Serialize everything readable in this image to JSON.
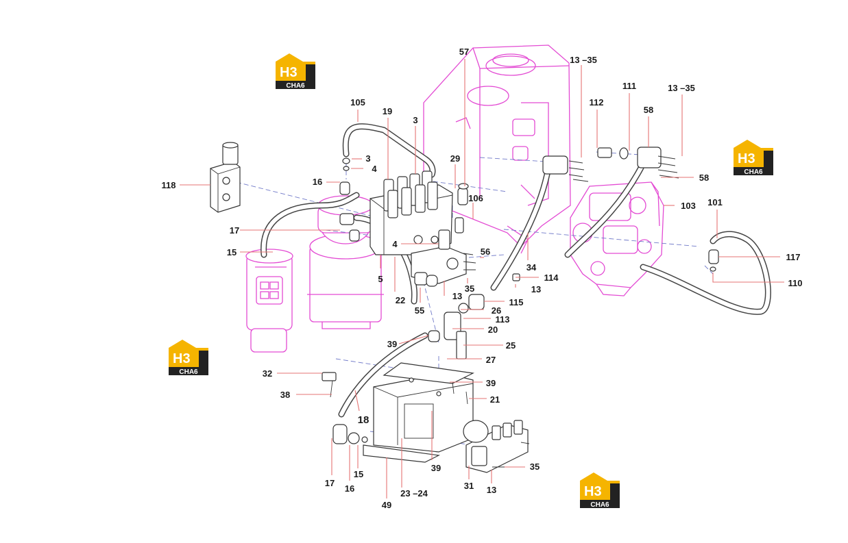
{
  "diagram": {
    "logos": [
      {
        "id": "logo-1",
        "top": "H3",
        "bottom": "CHA6"
      },
      {
        "id": "logo-2",
        "top": "H3",
        "bottom": "CHA6"
      },
      {
        "id": "logo-3",
        "top": "H3",
        "bottom": "CHA6"
      },
      {
        "id": "logo-4",
        "top": "H3",
        "bottom": "CHA6"
      }
    ],
    "callouts": {
      "c57": "57",
      "c13_35a": "13 –35",
      "c111": "111",
      "c13_35b": "13 –35",
      "c112": "112",
      "c105": "105",
      "c19": "19",
      "c3a": "3",
      "c58a": "58",
      "c3b": "3",
      "c4a": "4",
      "c29": "29",
      "c118": "118",
      "c16a": "16",
      "c58b": "58",
      "c101": "101",
      "c106": "106",
      "c103": "103",
      "c17a": "17",
      "c4b": "4",
      "c56": "56",
      "c15a": "15",
      "c117": "117",
      "c5": "5",
      "c34": "34",
      "c114": "114",
      "c110": "110",
      "c22": "22",
      "c35a": "35",
      "c13a": "13",
      "c13b": "13",
      "c115": "115",
      "c55": "55",
      "c26": "26",
      "c113": "113",
      "c20": "20",
      "c39a": "39",
      "c25": "25",
      "c27": "27",
      "c32": "32",
      "c39b": "39",
      "c21": "21",
      "c38": "38",
      "c18": "18",
      "c35b": "35",
      "c17b": "17",
      "c16b": "16",
      "c15b": "15",
      "c39c": "39",
      "c31": "31",
      "c13c": "13",
      "c23_24": "23 –24",
      "c49": "49"
    }
  }
}
